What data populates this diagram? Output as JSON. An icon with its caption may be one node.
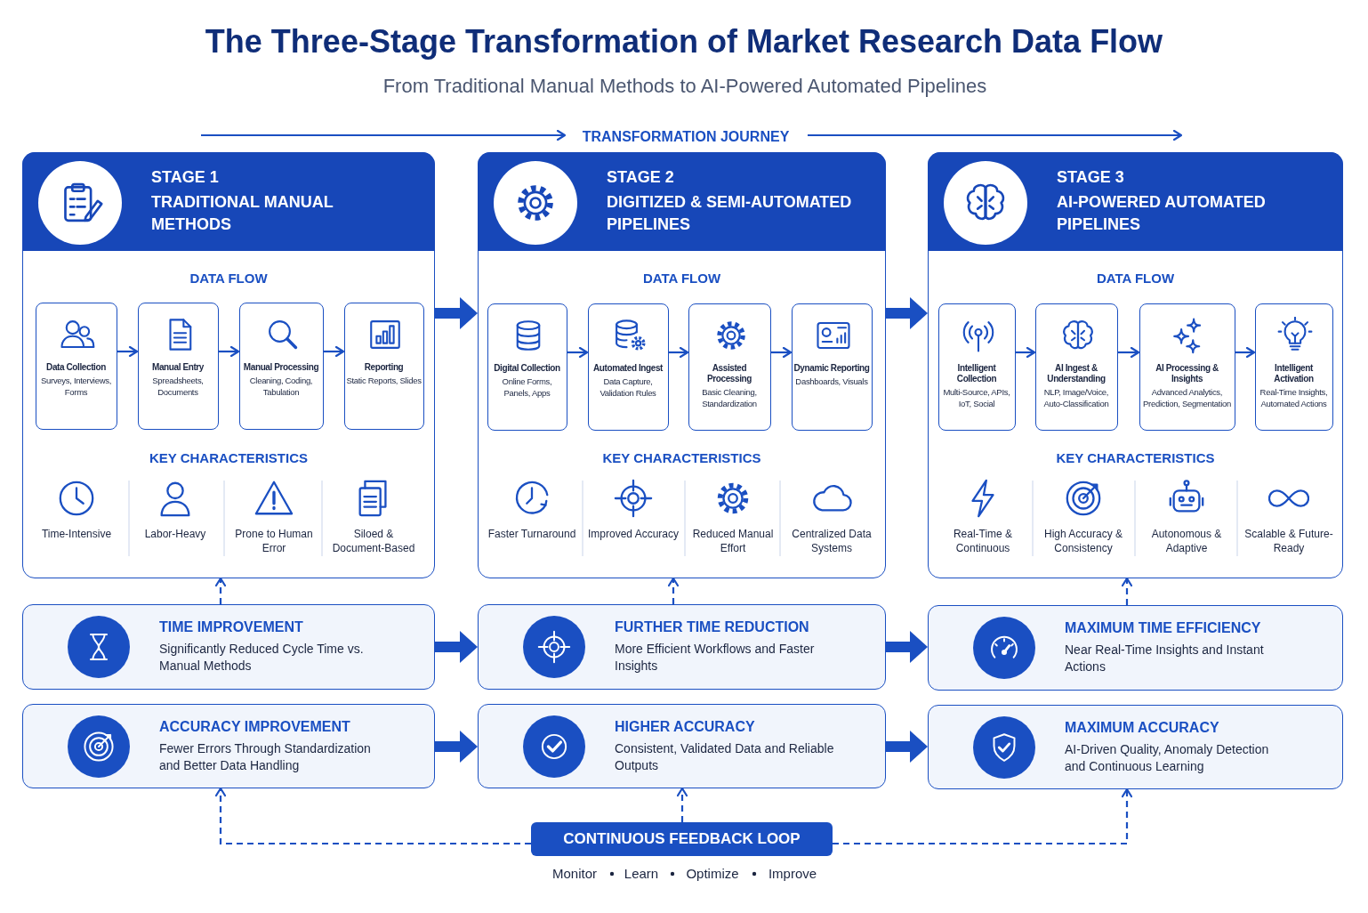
{
  "diagram": {
    "title": "The Three-Stage Transformation of Market Research Data Flow",
    "nodes": [
      {
        "text": [
          "STAGE 1",
          "TRADITIONAL MANUAL METHODS",
          "DATA FLOW",
          "KEY CHARACTERISTICS"
        ]
      },
      {
        "text": [
          "Data Collection",
          "Surveys, Interviews, Forms"
        ],
        "in": 0
      },
      {
        "text": [
          "Manual Entry",
          "Spreadsheets, Documents"
        ],
        "in": 0
      },
      {
        "text": [
          "Manual Processing",
          "Cleaning, Coding, Tabulation"
        ],
        "in": 0
      },
      {
        "text": [
          "Reporting",
          "Static Reports, Slides"
        ],
        "in": 0
      },
      {
        "text": [
          "STAGE 2",
          "DIGITIZED & SEMI-AUTOMATED PIPELINES",
          "DATA FLOW",
          "KEY CHARACTERISTICS"
        ]
      },
      {
        "text": [
          "Digital Collection",
          "Online Forms, Panels, Apps"
        ],
        "in": 5
      },
      {
        "text": [
          "Automated Ingest",
          "Data Capture, Validation Rules"
        ],
        "in": 5
      },
      {
        "text": [
          "Assisted Processing",
          "Basic Cleaning, Standardization"
        ],
        "in": 5
      },
      {
        "text": [
          "Dynamic Reporting",
          "Dashboards, Visuals"
        ],
        "in": 5
      },
      {
        "text": [
          "STAGE 3",
          "AI-POWERED AUTOMATED PIPELINES",
          "DATA FLOW",
          "KEY CHARACTERISTICS"
        ]
      },
      {
        "text": [
          "Intelligent Collection",
          "Multi-Source, APIs, IoT, Social"
        ],
        "in": 10
      },
      {
        "text": [
          "AI Ingest & Understanding",
          "NLP, Image/Voice, Auto-Classification"
        ],
        "in": 10
      },
      {
        "text": [
          "AI Processing & Insights",
          "Advanced Analytics, Prediction, Segmentation"
        ],
        "in": 10
      },
      {
        "text": [
          "Intelligent Activation",
          "Real-Time Insights, Automated Actions"
        ],
        "in": 10
      },
      {
        "text": [
          "TIME IMPROVEMENT",
          "Significantly Reduced Cycle Time vs. Manual Methods"
        ]
      },
      {
        "text": [
          "FURTHER TIME REDUCTION",
          "More Efficient Workflows and Faster Insights"
        ]
      },
      {
        "text": [
          "MAXIMUM TIME EFFICIENCY",
          "Near Real-Time Insights and Instant Actions"
        ]
      },
      {
        "text": [
          "ACCURACY IMPROVEMENT",
          "Fewer Errors Through Standardization and Better Data Handling"
        ]
      },
      {
        "text": [
          "HIGHER ACCURACY",
          "Consistent, Validated Data and Reliable Outputs"
        ]
      },
      {
        "text": [
          "MAXIMUM ACCURACY",
          "AI-Driven Quality, Anomaly Detection and Continuous Learning"
        ]
      },
      {
        "text": [
          "CONTINUOUS FEEDBACK LOOP"
        ]
      }
    ],
    "edges": [
      {
        "from": 1,
        "to": 2,
        "arrow": "to"
      },
      {
        "from": 2,
        "to": 3,
        "arrow": "to"
      },
      {
        "from": 3,
        "to": 4,
        "arrow": "to"
      },
      {
        "from": 6,
        "to": 7,
        "arrow": "to"
      },
      {
        "from": 7,
        "to": 8,
        "arrow": "to"
      },
      {
        "from": 8,
        "to": 9,
        "arrow": "to"
      },
      {
        "from": 11,
        "to": 12,
        "arrow": "to"
      },
      {
        "from": 12,
        "to": 13,
        "arrow": "to"
      },
      {
        "from": 13,
        "to": 14,
        "arrow": "to"
      },
      {
        "from": 0,
        "to": 5,
        "arrow": "to",
        "style": "thick"
      },
      {
        "from": 5,
        "to": 10,
        "arrow": "to",
        "style": "thick"
      },
      {
        "from": 15,
        "to": 16,
        "arrow": "to",
        "style": "thick"
      },
      {
        "from": 16,
        "to": 17,
        "arrow": "to",
        "style": "thick"
      },
      {
        "from": 18,
        "to": 19,
        "arrow": "to",
        "style": "thick"
      },
      {
        "from": 19,
        "to": 20,
        "arrow": "to",
        "style": "thick"
      },
      {
        "from": 15,
        "to": 0,
        "arrow": "to",
        "style": "dashed"
      },
      {
        "from": 16,
        "to": 5,
        "arrow": "to",
        "style": "dashed"
      },
      {
        "from": 17,
        "to": 10,
        "arrow": "to",
        "style": "dashed"
      },
      {
        "from": 21,
        "to": 18,
        "arrow": "to",
        "style": "dashed"
      },
      {
        "from": 21,
        "to": 19,
        "arrow": "to",
        "style": "dashed"
      },
      {
        "from": 21,
        "to": 20,
        "arrow": "to",
        "style": "dashed"
      }
    ],
    "labels": [
      "From Traditional Manual Methods to AI-Powered Automated Pipelines",
      "TRANSFORMATION JOURNEY",
      "Time-Intensive",
      "Labor-Heavy",
      "Prone to Human Error",
      "Siloed & Document-Based",
      "Faster Turnaround",
      "Improved Accuracy",
      "Reduced Manual Effort",
      "Centralized Data Systems",
      "Real-Time & Continuous",
      "High Accuracy & Consistency",
      "Autonomous & Adaptive",
      "Scalable & Future-Ready",
      "Monitor",
      "Learn",
      "Optimize",
      "Improve"
    ]
  }
}
